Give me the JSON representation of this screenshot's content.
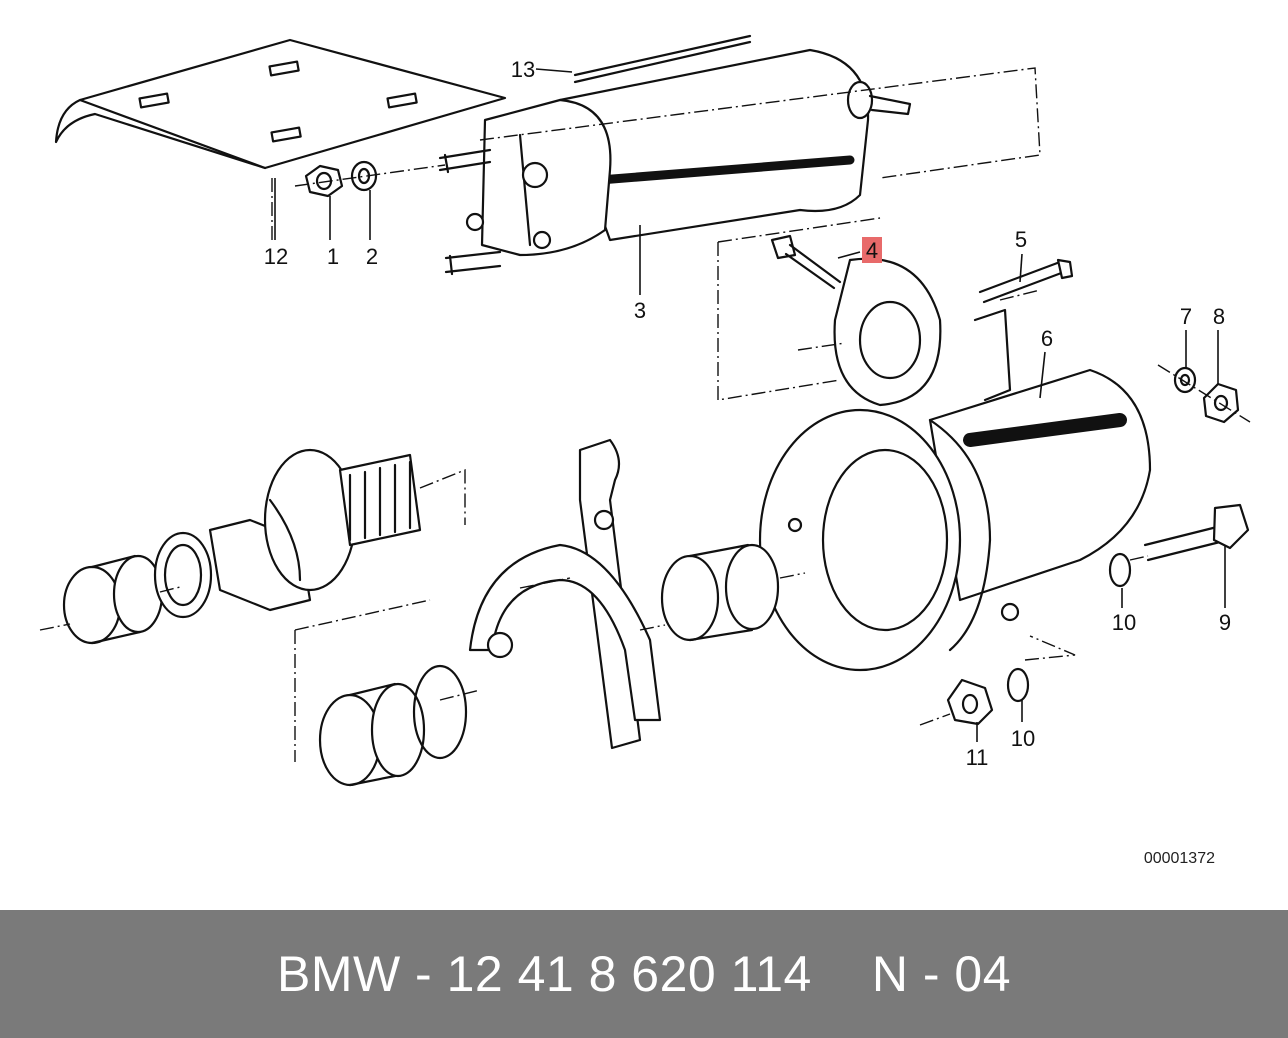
{
  "diagram": {
    "callouts": [
      "1",
      "2",
      "3",
      "4",
      "5",
      "6",
      "7",
      "8",
      "9",
      "10",
      "10",
      "11",
      "12",
      "13"
    ],
    "highlighted_callout": "4",
    "highlight_color": "#e86a6a",
    "reference_number": "00001372"
  },
  "footer": {
    "part_label": "BMW - 12 41 8 620 114",
    "position_label": "N - 04",
    "background_color": "#7a7a7a"
  }
}
